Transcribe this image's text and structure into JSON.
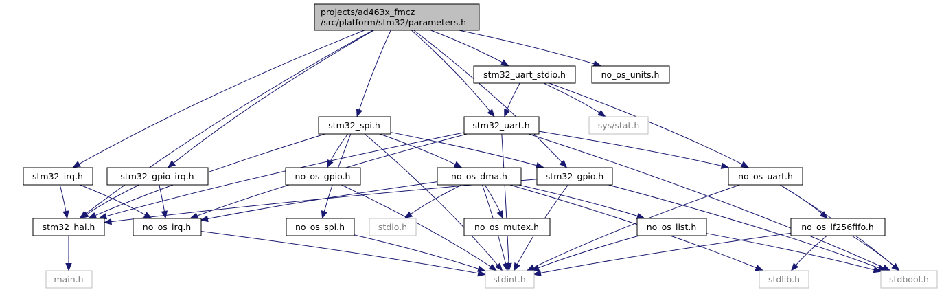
{
  "root": {
    "line1": "projects/ad463x_fmcz",
    "line2": "/src/platform/stm32/parameters.h"
  },
  "nodes": {
    "stm32_uart_stdio_h": "stm32_uart_stdio.h",
    "no_os_units_h": "no_os_units.h",
    "stm32_spi_h": "stm32_spi.h",
    "stm32_uart_h": "stm32_uart.h",
    "sys_stat_h": "sys/stat.h",
    "stm32_irq_h": "stm32_irq.h",
    "stm32_gpio_irq_h": "stm32_gpio_irq.h",
    "no_os_gpio_h": "no_os_gpio.h",
    "no_os_dma_h": "no_os_dma.h",
    "stm32_gpio_h": "stm32_gpio.h",
    "no_os_uart_h": "no_os_uart.h",
    "stm32_hal_h": "stm32_hal.h",
    "no_os_irq_h": "no_os_irq.h",
    "no_os_spi_h": "no_os_spi.h",
    "stdio_h": "stdio.h",
    "no_os_mutex_h": "no_os_mutex.h",
    "no_os_list_h": "no_os_list.h",
    "no_os_lf256fifo_h": "no_os_lf256fifo.h",
    "main_h": "main.h",
    "stdint_h": "stdint.h",
    "stdlib_h": "stdlib.h",
    "stdbool_h": "stdbool.h"
  },
  "colors": {
    "edge": "#191970",
    "root_fill": "#bfbfbf",
    "node_border": "#000000",
    "external_border": "#bfbfbf",
    "external_text": "#7f7f7f",
    "text": "#000000"
  },
  "edges": [
    [
      "parameters_h",
      "stm32_hal_h"
    ],
    [
      "parameters_h",
      "stm32_irq_h"
    ],
    [
      "parameters_h",
      "stm32_gpio_irq_h"
    ],
    [
      "parameters_h",
      "stm32_spi_h"
    ],
    [
      "parameters_h",
      "stm32_gpio_h"
    ],
    [
      "parameters_h",
      "stm32_uart_h"
    ],
    [
      "parameters_h",
      "stm32_uart_stdio_h"
    ],
    [
      "parameters_h",
      "no_os_units_h"
    ],
    [
      "stm32_uart_stdio_h",
      "stm32_uart_h"
    ],
    [
      "stm32_uart_stdio_h",
      "sys_stat_h"
    ],
    [
      "stm32_uart_stdio_h",
      "no_os_uart_h"
    ],
    [
      "stm32_spi_h",
      "stm32_hal_h"
    ],
    [
      "stm32_spi_h",
      "no_os_gpio_h"
    ],
    [
      "stm32_spi_h",
      "no_os_spi_h"
    ],
    [
      "stm32_spi_h",
      "no_os_dma_h"
    ],
    [
      "stm32_spi_h",
      "stm32_gpio_h"
    ],
    [
      "stm32_spi_h",
      "stdint_h"
    ],
    [
      "stm32_uart_h",
      "stm32_hal_h"
    ],
    [
      "stm32_uart_h",
      "no_os_irq_h"
    ],
    [
      "stm32_uart_h",
      "no_os_uart_h"
    ],
    [
      "stm32_uart_h",
      "stdint_h"
    ],
    [
      "stm32_uart_h",
      "stdbool_h"
    ],
    [
      "stm32_irq_h",
      "stm32_hal_h"
    ],
    [
      "stm32_irq_h",
      "no_os_irq_h"
    ],
    [
      "stm32_gpio_irq_h",
      "stm32_hal_h"
    ],
    [
      "stm32_gpio_irq_h",
      "no_os_irq_h"
    ],
    [
      "no_os_gpio_h",
      "stdint_h"
    ],
    [
      "no_os_dma_h",
      "no_os_irq_h"
    ],
    [
      "no_os_dma_h",
      "stdio_h"
    ],
    [
      "no_os_dma_h",
      "no_os_mutex_h"
    ],
    [
      "no_os_dma_h",
      "no_os_list_h"
    ],
    [
      "no_os_dma_h",
      "stdint_h"
    ],
    [
      "no_os_dma_h",
      "stdlib_h"
    ],
    [
      "stm32_gpio_h",
      "stm32_hal_h"
    ],
    [
      "stm32_gpio_h",
      "stdint_h"
    ],
    [
      "stm32_gpio_h",
      "stdbool_h"
    ],
    [
      "no_os_uart_h",
      "stdint_h"
    ],
    [
      "no_os_uart_h",
      "no_os_lf256fifo_h"
    ],
    [
      "no_os_uart_h",
      "stdbool_h"
    ],
    [
      "stm32_hal_h",
      "main_h"
    ],
    [
      "no_os_irq_h",
      "stdint_h"
    ],
    [
      "no_os_spi_h",
      "stdint_h"
    ],
    [
      "no_os_list_h",
      "stdint_h"
    ],
    [
      "no_os_list_h",
      "stdbool_h"
    ],
    [
      "no_os_lf256fifo_h",
      "stdint_h"
    ],
    [
      "no_os_lf256fifo_h",
      "stdlib_h"
    ],
    [
      "no_os_lf256fifo_h",
      "stdbool_h"
    ]
  ]
}
